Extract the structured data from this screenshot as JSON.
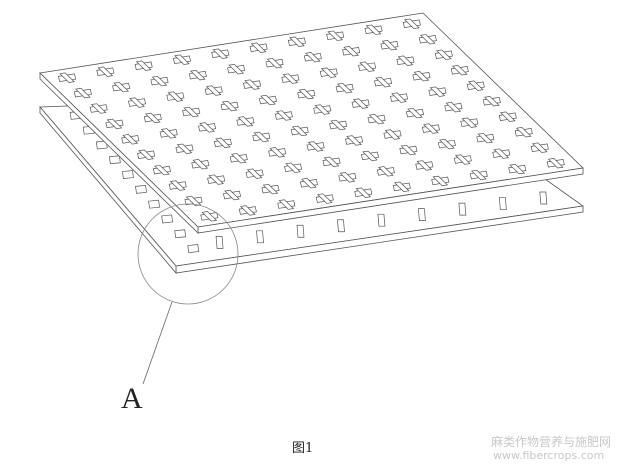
{
  "figure": {
    "callout_label": "A",
    "caption": "图1"
  },
  "watermark": {
    "line1": "麻类作物营养与施肥网",
    "line2": "www.fibercrops.com"
  },
  "colors": {
    "line": "#555555",
    "fill": "#ffffff"
  }
}
